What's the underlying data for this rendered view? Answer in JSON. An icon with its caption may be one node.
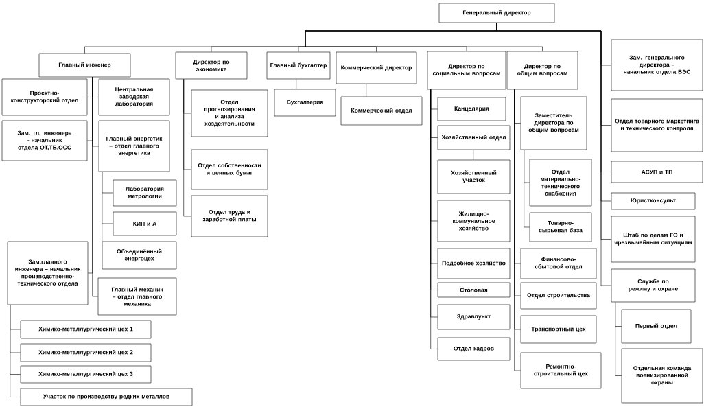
{
  "diagram": {
    "nodes": [
      {
        "text": [
          "Генеральный директор"
        ]
      },
      {
        "text": [
          "Главный инженер"
        ]
      },
      {
        "text": [
          "Проектно-конструкторский отдел"
        ]
      },
      {
        "text": [
          "Центральная заводская лаборатория"
        ]
      },
      {
        "text": [
          "Зам. гл. инженера - начальник отдела ОТ,ТБ,ОСС"
        ]
      },
      {
        "text": [
          "Главный энергетик – отдел главного энергетика"
        ]
      },
      {
        "text": [
          "Лаборатория метрологии"
        ]
      },
      {
        "text": [
          "КИП и А"
        ]
      },
      {
        "text": [
          "Объединённый энергоцех"
        ]
      },
      {
        "text": [
          "Зам.главного инженера – начальник производственно-технического отдела"
        ]
      },
      {
        "text": [
          "Главный механик – отдел главного механика"
        ]
      },
      {
        "text": [
          "Химико-металлургический цех 1"
        ]
      },
      {
        "text": [
          "Химико-металлургический цех 2"
        ]
      },
      {
        "text": [
          "Химико-металлургический цех 3"
        ]
      },
      {
        "text": [
          "Участок по производству редких металлов"
        ]
      },
      {
        "text": [
          "Директор по экономике"
        ]
      },
      {
        "text": [
          "Отдел прогнозирования и анализа хоздеятельности"
        ]
      },
      {
        "text": [
          "Отдел собственности и ценных бумаг"
        ]
      },
      {
        "text": [
          "Отдел труда и заработной платы"
        ]
      },
      {
        "text": [
          "Главный бухгалтер"
        ]
      },
      {
        "text": [
          "Бухгалтерия"
        ]
      },
      {
        "text": [
          "Коммерческий директор"
        ]
      },
      {
        "text": [
          "Коммерческий отдел"
        ]
      },
      {
        "text": [
          "Директор по социальным вопросам"
        ]
      },
      {
        "text": [
          "Канцелярия"
        ]
      },
      {
        "text": [
          "Хозяйственный отдел"
        ]
      },
      {
        "text": [
          "Хозяйственный участок"
        ]
      },
      {
        "text": [
          "Жилищно-коммунальное хозяйство"
        ]
      },
      {
        "text": [
          "Подсобное хозяйство"
        ]
      },
      {
        "text": [
          "Столовая"
        ]
      },
      {
        "text": [
          "Здравпункт"
        ]
      },
      {
        "text": [
          "Отдел кадров"
        ]
      },
      {
        "text": [
          "Директор по общим вопросам"
        ]
      },
      {
        "text": [
          "Заместитель директора по общим вопросам"
        ]
      },
      {
        "text": [
          "Отдел материально-технического снабжения"
        ]
      },
      {
        "text": [
          "Товарно-сырьевая база"
        ]
      },
      {
        "text": [
          "Финансово-сбытовой отдел"
        ]
      },
      {
        "text": [
          "Отдел строительства"
        ]
      },
      {
        "text": [
          "Транспортный цех"
        ]
      },
      {
        "text": [
          "Ремонтно-строительный цех"
        ]
      },
      {
        "text": [
          "Зам. генерального директора – начальник отдела ВЭС"
        ]
      },
      {
        "text": [
          "Отдел товарного маркетинга и технического контроля"
        ]
      },
      {
        "text": [
          "АСУП и ТП"
        ]
      },
      {
        "text": [
          "Юристконсульт"
        ]
      },
      {
        "text": [
          "Штаб по делам ГО и чрезвычайным ситуациям"
        ]
      },
      {
        "text": [
          "Служба по режиму и охране"
        ]
      },
      {
        "text": [
          "Первый отдел"
        ]
      },
      {
        "text": [
          "Отдельная команда военизированной охраны"
        ]
      }
    ],
    "edges": [
      {
        "from": 0,
        "to": 1,
        "arrow": "none"
      },
      {
        "from": 0,
        "to": 15,
        "arrow": "none"
      },
      {
        "from": 0,
        "to": 19,
        "arrow": "none"
      },
      {
        "from": 0,
        "to": 21,
        "arrow": "none"
      },
      {
        "from": 0,
        "to": 23,
        "arrow": "none"
      },
      {
        "from": 0,
        "to": 32,
        "arrow": "none"
      },
      {
        "from": 0,
        "to": 40,
        "arrow": "none"
      },
      {
        "from": 0,
        "to": 41,
        "arrow": "none"
      },
      {
        "from": 0,
        "to": 42,
        "arrow": "none"
      },
      {
        "from": 0,
        "to": 43,
        "arrow": "none"
      },
      {
        "from": 0,
        "to": 44,
        "arrow": "none"
      },
      {
        "from": 0,
        "to": 45,
        "arrow": "none"
      },
      {
        "from": 1,
        "to": 2,
        "arrow": "none"
      },
      {
        "from": 1,
        "to": 3,
        "arrow": "none"
      },
      {
        "from": 1,
        "to": 4,
        "arrow": "none"
      },
      {
        "from": 1,
        "to": 5,
        "arrow": "none"
      },
      {
        "from": 1,
        "to": 9,
        "arrow": "none"
      },
      {
        "from": 1,
        "to": 10,
        "arrow": "none"
      },
      {
        "from": 5,
        "to": 6,
        "arrow": "none"
      },
      {
        "from": 5,
        "to": 7,
        "arrow": "none"
      },
      {
        "from": 5,
        "to": 8,
        "arrow": "none"
      },
      {
        "from": 9,
        "to": 11,
        "arrow": "none"
      },
      {
        "from": 9,
        "to": 12,
        "arrow": "none"
      },
      {
        "from": 9,
        "to": 13,
        "arrow": "none"
      },
      {
        "from": 9,
        "to": 14,
        "arrow": "none"
      },
      {
        "from": 15,
        "to": 16,
        "arrow": "none"
      },
      {
        "from": 15,
        "to": 17,
        "arrow": "none"
      },
      {
        "from": 15,
        "to": 18,
        "arrow": "none"
      },
      {
        "from": 19,
        "to": 20,
        "arrow": "none"
      },
      {
        "from": 21,
        "to": 22,
        "arrow": "none"
      },
      {
        "from": 23,
        "to": 24,
        "arrow": "none"
      },
      {
        "from": 23,
        "to": 25,
        "arrow": "none"
      },
      {
        "from": 25,
        "to": 26,
        "arrow": "none"
      },
      {
        "from": 23,
        "to": 27,
        "arrow": "none"
      },
      {
        "from": 23,
        "to": 28,
        "arrow": "none"
      },
      {
        "from": 23,
        "to": 29,
        "arrow": "none"
      },
      {
        "from": 23,
        "to": 30,
        "arrow": "none"
      },
      {
        "from": 23,
        "to": 31,
        "arrow": "none"
      },
      {
        "from": 32,
        "to": 33,
        "arrow": "none"
      },
      {
        "from": 33,
        "to": 34,
        "arrow": "none"
      },
      {
        "from": 33,
        "to": 35,
        "arrow": "none"
      },
      {
        "from": 32,
        "to": 36,
        "arrow": "none"
      },
      {
        "from": 32,
        "to": 37,
        "arrow": "none"
      },
      {
        "from": 32,
        "to": 38,
        "arrow": "none"
      },
      {
        "from": 32,
        "to": 39,
        "arrow": "none"
      },
      {
        "from": 45,
        "to": 46,
        "arrow": "none"
      },
      {
        "from": 45,
        "to": 47,
        "arrow": "none"
      }
    ]
  }
}
